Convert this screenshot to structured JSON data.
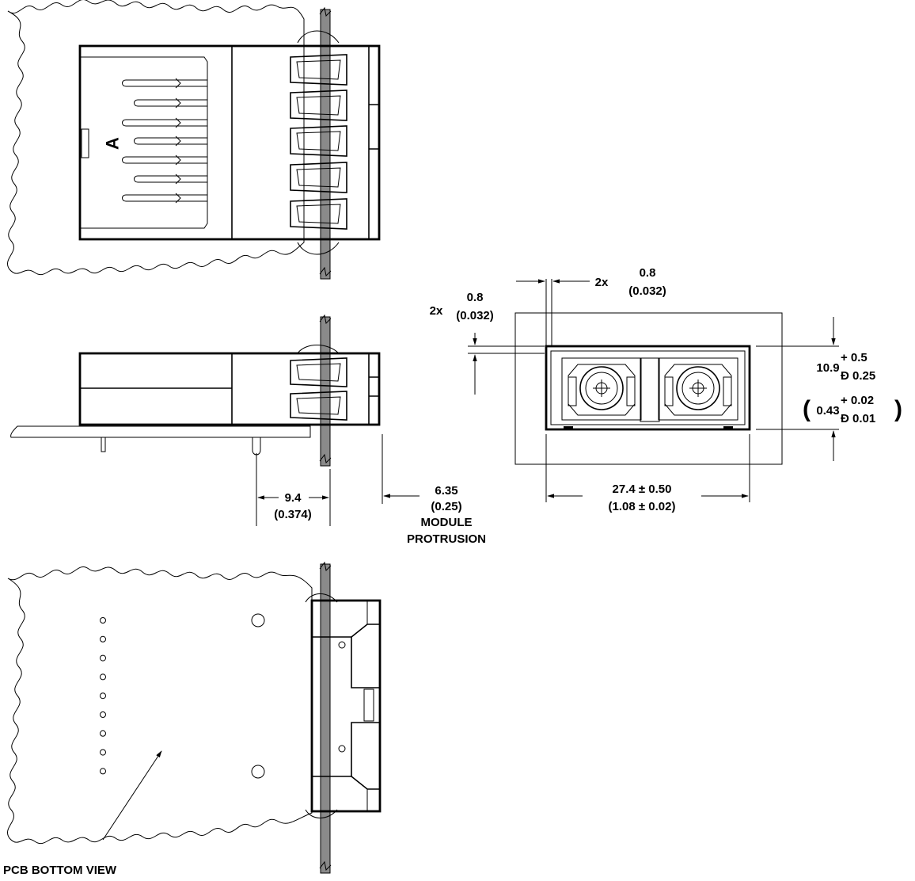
{
  "top_view": {
    "pin_label": "A"
  },
  "side_view": {
    "dim_pcb": {
      "value": "9.4",
      "inch": "(0.374)"
    },
    "dim_protrusion": {
      "value": "6.35",
      "inch": "(0.25)",
      "label_1": "MODULE",
      "label_2": "PROTRUSION"
    }
  },
  "front_view": {
    "dim_gap_top": {
      "prefix": "2x",
      "value": "0.8",
      "inch": "(0.032)"
    },
    "dim_gap_left": {
      "prefix": "2x",
      "value": "0.8",
      "inch": "(0.032)"
    },
    "dim_height": {
      "value": "10.9",
      "tol_plus": "+ 0.5",
      "tol_minus": "Ð 0.25",
      "inch_value": "0.43",
      "inch_tol_plus": "+ 0.02",
      "inch_tol_minus": "Ð 0.01",
      "paren_open": "(",
      "paren_close": ")"
    },
    "dim_width": {
      "value": "27.4 ± 0.50",
      "inch": "(1.08 ± 0.02)"
    }
  },
  "bottom_view": {
    "callout": "PCB BOTTOM VIEW"
  }
}
